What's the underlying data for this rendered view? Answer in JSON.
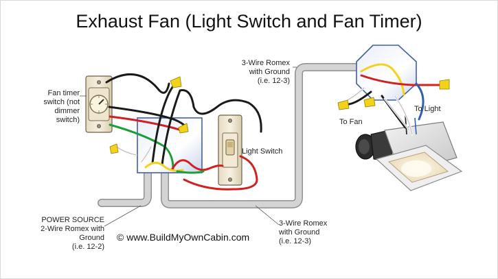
{
  "title": "Exhaust Fan (Light Switch and Fan Timer)",
  "labels": {
    "fan_timer": [
      "Fan timer",
      "switch (not",
      "dimmer",
      "switch)"
    ],
    "light_switch": "Light Switch",
    "romex_top": [
      "3-Wire Romex",
      "with Ground",
      "(i.e. 12-3)"
    ],
    "romex_bottom": [
      "3-Wire Romex",
      "with Ground",
      "(i.e. 12-3)"
    ],
    "power_source": [
      "POWER SOURCE",
      "2-Wire Romex with",
      "Ground",
      "(i.e. 12-2)"
    ],
    "to_fan": "To Fan",
    "to_light": "To Light"
  },
  "copyright": "© www.BuildMyOwnCabin.com",
  "colors": {
    "black_wire": "#1a1a1a",
    "red_wire": "#d21f1f",
    "white_wire": "#f4f4f4",
    "ground_wire": "#1e9e3a",
    "yellow_wire": "#f2d21b",
    "blue_wire": "#2f5fb3",
    "box": "#3f5fa8",
    "cable": "#c9c9c9"
  }
}
